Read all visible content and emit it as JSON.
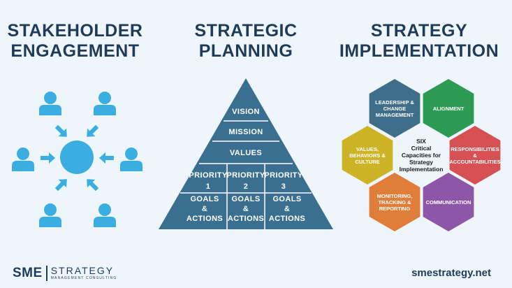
{
  "headings": {
    "engagement": [
      "STAKEHOLDER",
      "ENGAGEMENT"
    ],
    "planning": [
      "STRATEGIC",
      "PLANNING"
    ],
    "implementation": [
      "STRATEGY",
      "IMPLEMENTATION"
    ]
  },
  "pyramid": {
    "vision": "VISION",
    "mission": "MISSION",
    "values": "VALUES",
    "priorities": [
      {
        "line1": "PRIORITY",
        "line2": "1"
      },
      {
        "line1": "PRIORITY",
        "line2": "2"
      },
      {
        "line1": "PRIORITY",
        "line2": "3"
      }
    ],
    "goals": [
      {
        "line1": "GOALS",
        "line2": "&",
        "line3": "ACTIONS"
      },
      {
        "line1": "GOALS",
        "line2": "&",
        "line3": "ACTIONS"
      },
      {
        "line1": "GOALS",
        "line2": "&",
        "line3": "ACTIONS"
      }
    ]
  },
  "capacities": {
    "center": [
      "SIX",
      "Critical",
      "Capacities for",
      "Strategy",
      "Implementation"
    ],
    "leadership": [
      "LEADERSHIP &",
      "CHANGE",
      "MANAGEMENT"
    ],
    "alignment": [
      "ALIGNMENT"
    ],
    "values": [
      "VALUES,",
      "BEHAVIORS &",
      "CULTURE"
    ],
    "responsibilities": [
      "RESPONSIBILITIES",
      "&",
      "ACCOUNTABILITIES"
    ],
    "monitoring": [
      "MONITORING,",
      "TRACKING &",
      "REPORTING"
    ],
    "communication": [
      "COMMUNICATION"
    ]
  },
  "colors": {
    "person": "#3aaee0",
    "pyramid": "#3b6f8f",
    "leadership": "#3f6e8a",
    "alignment": "#2e9b55",
    "values": "#cdb427",
    "responsibilities": "#d65054",
    "monitoring": "#e07d38",
    "communication": "#8d56a6"
  },
  "footer": {
    "logo_main": "SME",
    "logo_word": "STRATEGY",
    "logo_sub": "MANAGEMENT CONSULTING",
    "website": "smestrategy.net"
  }
}
